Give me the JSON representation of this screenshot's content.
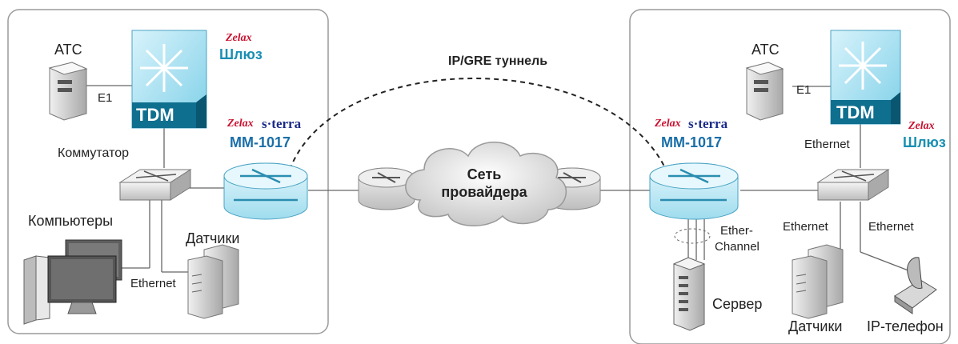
{
  "tunnel_label": "IP/GRE туннель",
  "cloud_label_1": "Сеть",
  "cloud_label_2": "провайдера",
  "left": {
    "pbx_label": "АТС",
    "e1_label": "E1",
    "tdm_label": "TDM",
    "gateway_label": "Шлюз",
    "zelax_gw": "Zelax",
    "switch_label": "Коммутатор",
    "computers_label": "Компьютеры",
    "sensors_label": "Датчики",
    "ethernet_label": "Ethernet",
    "router_zelax": "Zelax",
    "router_brand": "s·terra",
    "router_model": "ММ-1017"
  },
  "right": {
    "pbx_label": "АТС",
    "e1_label": "E1",
    "tdm_label": "TDM",
    "gateway_label": "Шлюз",
    "zelax_gw": "Zelax",
    "router_zelax": "Zelax",
    "router_brand": "s·terra",
    "router_model": "ММ-1017",
    "ethernet_top": "Ethernet",
    "ethernet_left": "Ethernet",
    "ethernet_right": "Ethernet",
    "etherchannel_1": "Ether-",
    "etherchannel_2": "Channel",
    "server_label": "Сервер",
    "sensors_label": "Датчики",
    "ipphone_label": "IP-телефон"
  },
  "colors": {
    "tdm_blue": "#0f6f8f",
    "router_light": "#c9eef7",
    "box_border": "#8a8a8a",
    "zelax_red": "#c8102e"
  }
}
